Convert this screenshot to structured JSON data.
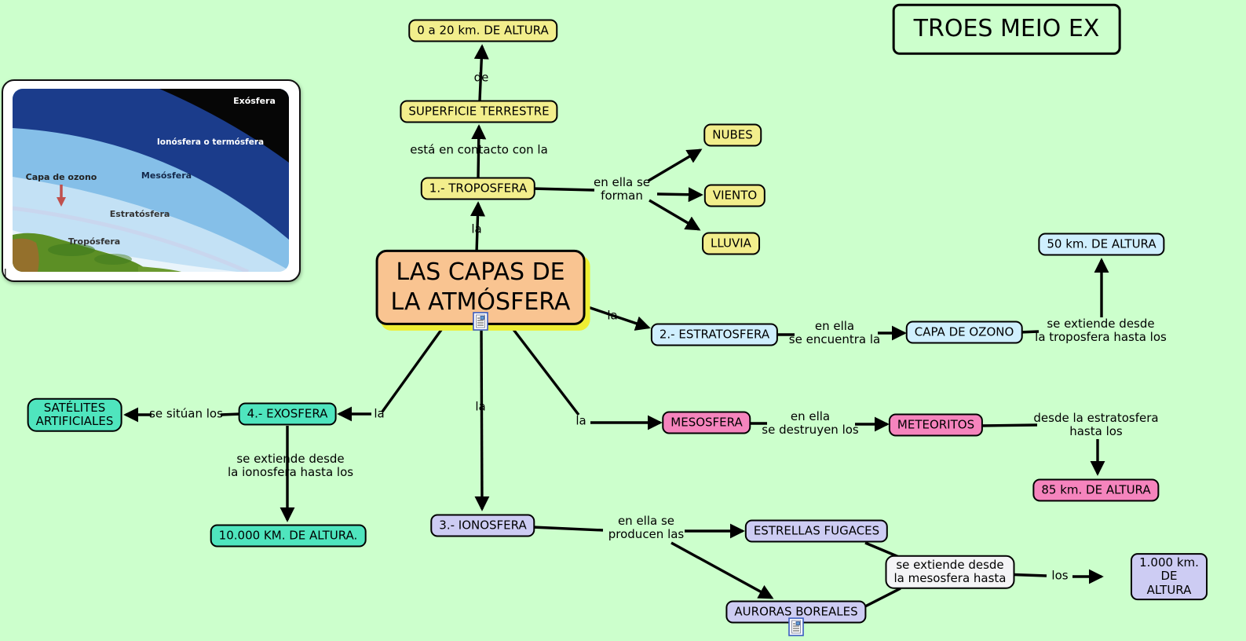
{
  "colors": {
    "background": "#CCFFCC",
    "yellow_node": "#F2EE8C",
    "orange_node": "#F9C491",
    "orange_glow": "#EEEE33",
    "blue_node": "#CFEFFE",
    "pink_node": "#F584BD",
    "teal_node": "#4FE5BE",
    "lavender_node": "#CDCCF3",
    "white_node": "#F4F4F6",
    "line": "#000000",
    "border": "#000000"
  },
  "title": {
    "label": "TROES MEIO EX"
  },
  "inset": {
    "labels": {
      "exosfera": "Exósfera",
      "ionosfera": "Ionósfera o termósfera",
      "mesosfera": "Mesósfera",
      "capa_ozono": "Capa de ozono",
      "estratosfera": "Estratósfera",
      "troposfera": "Tropósfera"
    },
    "stray_mark": "l"
  },
  "nodes": {
    "central": "LAS CAPAS DE\nLA ATMÓSFERA",
    "alt_0_20": "0 a 20 km. DE ALTURA",
    "superficie": "SUPERFICIE TERRESTRE",
    "troposfera": "1.- TROPOSFERA",
    "nubes": "NUBES",
    "viento": "VIENTO",
    "lluvia": "LLUVIA",
    "estratosfera": "2.- ESTRATOSFERA",
    "capa_ozono": "CAPA DE OZONO",
    "alt_50": "50 km. DE ALTURA",
    "mesosfera": "MESOSFERA",
    "meteoritos": "METEORITOS",
    "alt_85": "85 km. DE ALTURA",
    "exosfera": "4.- EXOSFERA",
    "satelites": "SATÉLITES\nARTIFICIALES",
    "alt_10000": "10.000 KM. DE ALTURA.",
    "ionosfera": "3.- IONOSFERA",
    "estrellas": "ESTRELLAS FUGACES",
    "auroras": "AURORAS BOREALES",
    "extiende_mesosfera": "se extiende desde\nla mesosfera hasta",
    "alt_1000": "1.000 km. DE ALTURA"
  },
  "links": {
    "de": "de",
    "contacto": "está en contacto con la",
    "la_troposfera": "la",
    "forman": "en ella se\nforman",
    "la_estratosfera": "la",
    "encuentra": "en ella\nse encuentra la",
    "extiende_troposfera": "se extiende desde\nla troposfera hasta los",
    "la_mesosfera": "la",
    "destruyen": "en ella\nse destruyen los",
    "desde_estratosfera": "desde la estratosfera\nhasta los",
    "situan": "se sitúan los",
    "la_exosfera": "la",
    "extiende_ionosfera": "se extiende desde\nla ionosfera hasta los",
    "la_ionosfera": "la",
    "producen": "en ella se\nproducen las",
    "los": "los"
  }
}
